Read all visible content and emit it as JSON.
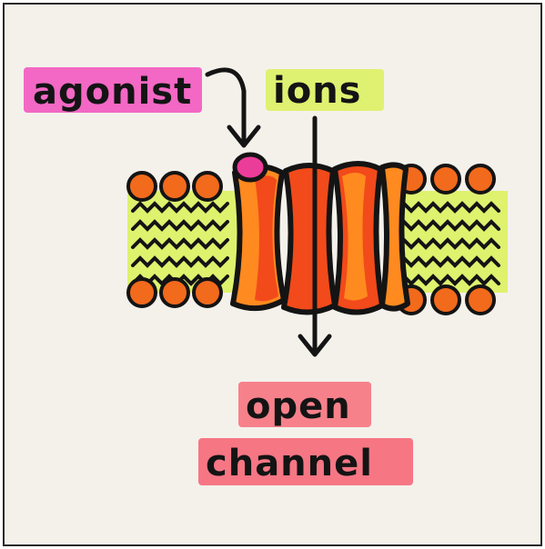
{
  "labels": {
    "agonist": "agonist",
    "ions": "ions",
    "open": "open",
    "channel": "channel"
  },
  "colors": {
    "paper": "#f4f1eb",
    "outline": "#141414",
    "agonist_highlight": "#f25cc0",
    "ions_highlight": "#ddf06a",
    "open_highlight": "#f57a86",
    "channel_highlight": "#f56f7e",
    "membrane_tails": "#dff26e",
    "lipid_heads": "#f26a1c",
    "protein_outer": "#ff8a1f",
    "protein_inner": "#f24a1a",
    "agonist_ligand": "#ec3c9a"
  },
  "icons": [
    "agonist-to-receptor-arrow",
    "ion-flow-arrow",
    "agonist-ligand",
    "ion-channel-protein",
    "lipid-bilayer"
  ]
}
